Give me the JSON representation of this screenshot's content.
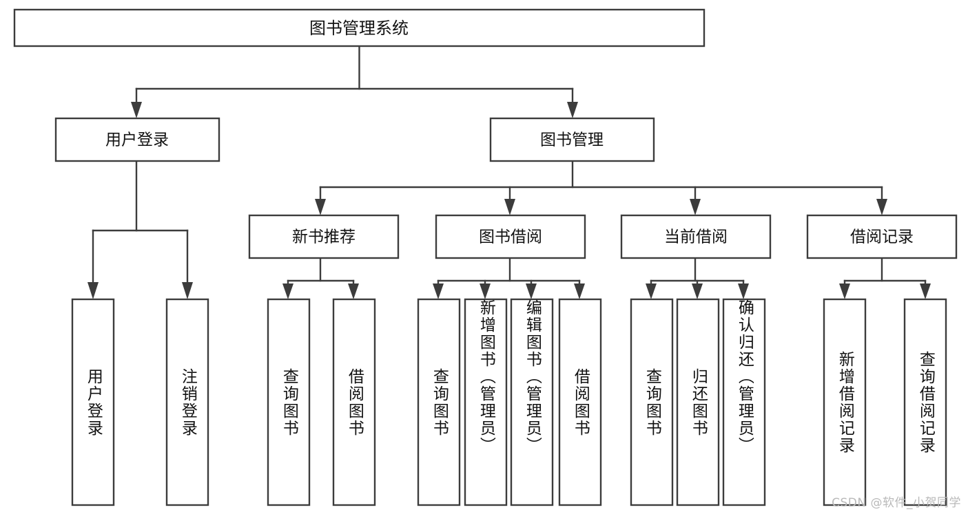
{
  "diagram": {
    "type": "tree-hierarchy",
    "title": "图书管理系统",
    "watermark": "CSDN @软件_小贺同学",
    "colors": {
      "stroke": "#3c3c3c",
      "fill": "#ffffff",
      "text": "#111111",
      "watermark": "#b9b9b9"
    },
    "levels": {
      "root": {
        "label": "图书管理系统"
      },
      "level2": [
        {
          "label": "用户登录"
        },
        {
          "label": "图书管理"
        }
      ],
      "level3": [
        {
          "label": "新书推荐"
        },
        {
          "label": "图书借阅"
        },
        {
          "label": "当前借阅"
        },
        {
          "label": "借阅记录"
        }
      ],
      "leaves": {
        "user_login": [
          {
            "label": "用户登录"
          },
          {
            "label": "注销登录"
          }
        ],
        "new_book": [
          {
            "label": "查询图书"
          },
          {
            "label": "借阅图书"
          }
        ],
        "book_borrow": [
          {
            "label": "查询图书"
          },
          {
            "label": "新增图书（管理员）"
          },
          {
            "label": "编辑图书（管理员）"
          },
          {
            "label": "借阅图书"
          }
        ],
        "current_borrow": [
          {
            "label": "查询图书"
          },
          {
            "label": "归还图书"
          },
          {
            "label": "确认归还（管理员）"
          }
        ],
        "borrow_record": [
          {
            "label": "新增借阅记录"
          },
          {
            "label": "查询借阅记录"
          }
        ]
      }
    }
  }
}
